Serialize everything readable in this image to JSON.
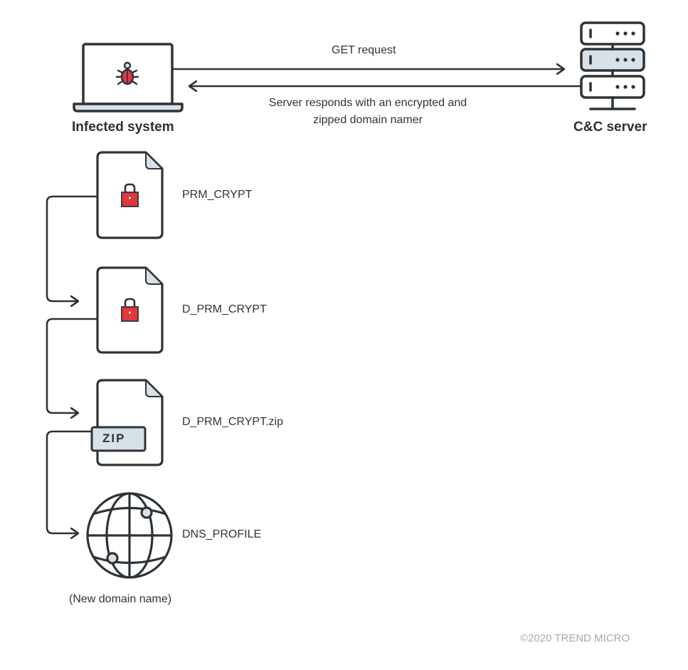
{
  "nodes": {
    "infected_system": "Infected system",
    "cc_server": "C&C server"
  },
  "edges": {
    "request": "GET request",
    "response_line1": "Server responds with an encrypted and",
    "response_line2": "zipped domain namer"
  },
  "files": [
    {
      "name": "PRM_CRYPT",
      "icon": "locked-file-icon"
    },
    {
      "name": "D_PRM_CRYPT",
      "icon": "locked-file-icon"
    },
    {
      "name": "D_PRM_CRYPT.zip",
      "icon": "zip-file-icon",
      "badge": "ZIP"
    },
    {
      "name": "DNS_PROFILE",
      "icon": "globe-icon"
    }
  ],
  "globe_caption": "(New domain name)",
  "copyright": "©2020 TREND MICRO",
  "colors": {
    "stroke": "#2d3338",
    "accent_red": "#e0383e",
    "fill_light": "#d6e1e8"
  }
}
